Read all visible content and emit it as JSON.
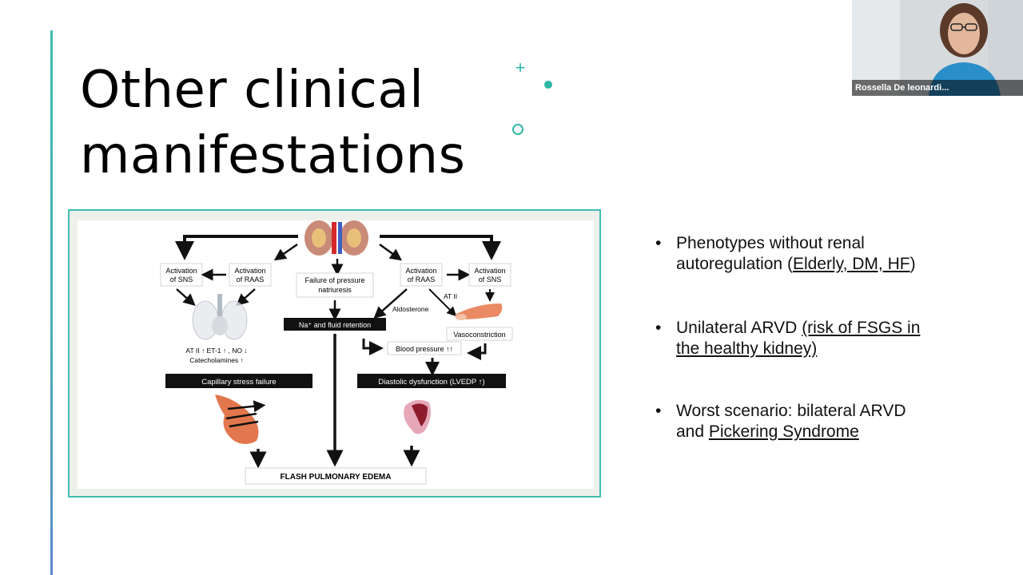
{
  "slide": {
    "title_line1": "Other clinical",
    "title_line2": "manifestations"
  },
  "diagram": {
    "activation_sns_left": [
      "Activation",
      "of SNS"
    ],
    "activation_raas_left": [
      "Activation",
      "of RAAS"
    ],
    "failure_pressure": [
      "Failure of pressure",
      "natriuresis"
    ],
    "activation_raas_right": [
      "Activation",
      "of RAAS"
    ],
    "activation_sns_right": [
      "Activation",
      "of SNS"
    ],
    "at2": "AT II",
    "aldosterone": "Aldosterone",
    "na_retention": "Na⁺ and fluid retention",
    "vasoconstriction": "Vasoconstriction",
    "mediators_line1": "AT II ↑  ET-1 ↑ , NO ↓",
    "mediators_line2": "Catecholamines ↑",
    "blood_pressure": "Blood pressure ↑↑",
    "capillary_stress": "Capillary stress failure",
    "diastolic_dysfunction": "Diastolic dysfunction (LVEDP ↑)",
    "flash_pulmonary_edema": "FLASH PULMONARY EDEMA"
  },
  "bullets": [
    {
      "line1": "Phenotypes without renal",
      "line2_pre": "autoregulation (",
      "line2_u": "Elderly, DM, HF",
      "line2_post": ")"
    },
    {
      "line1_pre": "Unilateral ARVD ",
      "line1_u": "(risk of FSGS in",
      "line2_u": "the healthy kidney)"
    },
    {
      "line1": "Worst scenario: bilateral ARVD",
      "line2_pre": "and ",
      "line2_u": "Pickering Syndrome"
    }
  ],
  "participant": {
    "name": "Rossella De leonardi..."
  },
  "colors": {
    "accent": "#3fbcb0",
    "black_box": "#111111"
  }
}
